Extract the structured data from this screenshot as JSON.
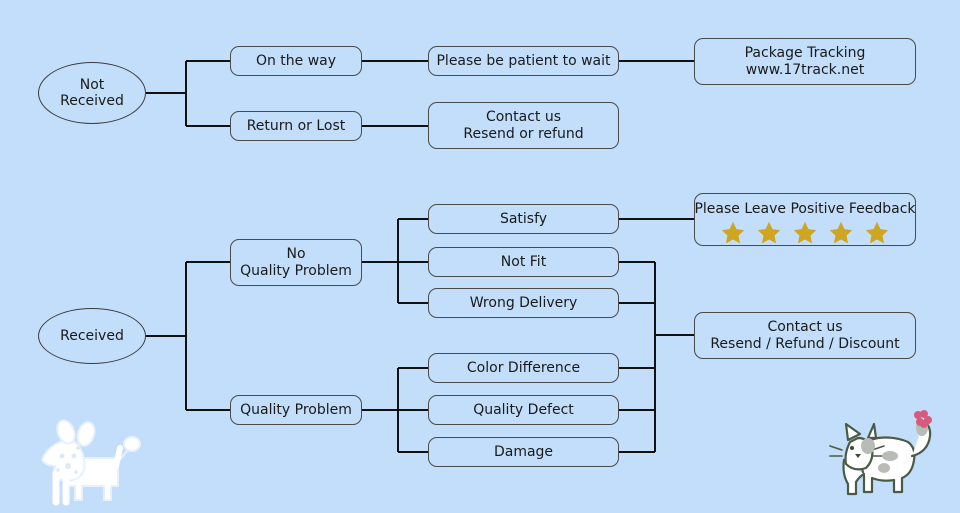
{
  "page": {
    "title": "Order Status Customer Service Flowchart",
    "background_color": "#c2defa",
    "node_border_color": "#4a4a4a",
    "edge_color": "#111111",
    "text_color": "#1a1a1a",
    "star_color": "#d0a51f"
  },
  "flow": {
    "not_received": {
      "root": {
        "line1": "Not",
        "line2": "Received"
      },
      "branches": [
        {
          "label": "On the way"
        },
        {
          "label": "Return or Lost"
        }
      ],
      "on_the_way_next": {
        "label": "Please be patient to wait"
      },
      "tracking": {
        "line1": "Package Tracking",
        "line2": "www.17track.net"
      },
      "return_or_lost_next": {
        "line1": "Contact us",
        "line2": "Resend or refund"
      }
    },
    "received": {
      "root": {
        "label": "Received"
      },
      "branches": [
        {
          "line1": "No",
          "line2": "Quality Problem"
        },
        {
          "label": "Quality Problem"
        }
      ],
      "no_quality_problem_children": [
        {
          "label": "Satisfy"
        },
        {
          "label": "Not Fit"
        },
        {
          "label": "Wrong Delivery"
        }
      ],
      "quality_problem_children": [
        {
          "label": "Color Difference"
        },
        {
          "label": "Quality Defect"
        },
        {
          "label": "Damage"
        }
      ],
      "feedback": {
        "label": "Please Leave Positive Feedback",
        "star_count": 5
      },
      "contact": {
        "line1": "Contact us",
        "line2": "Resend / Refund / Discount"
      }
    }
  },
  "decorations": {
    "dog": "dog-illustration",
    "cat": "cat-illustration"
  }
}
